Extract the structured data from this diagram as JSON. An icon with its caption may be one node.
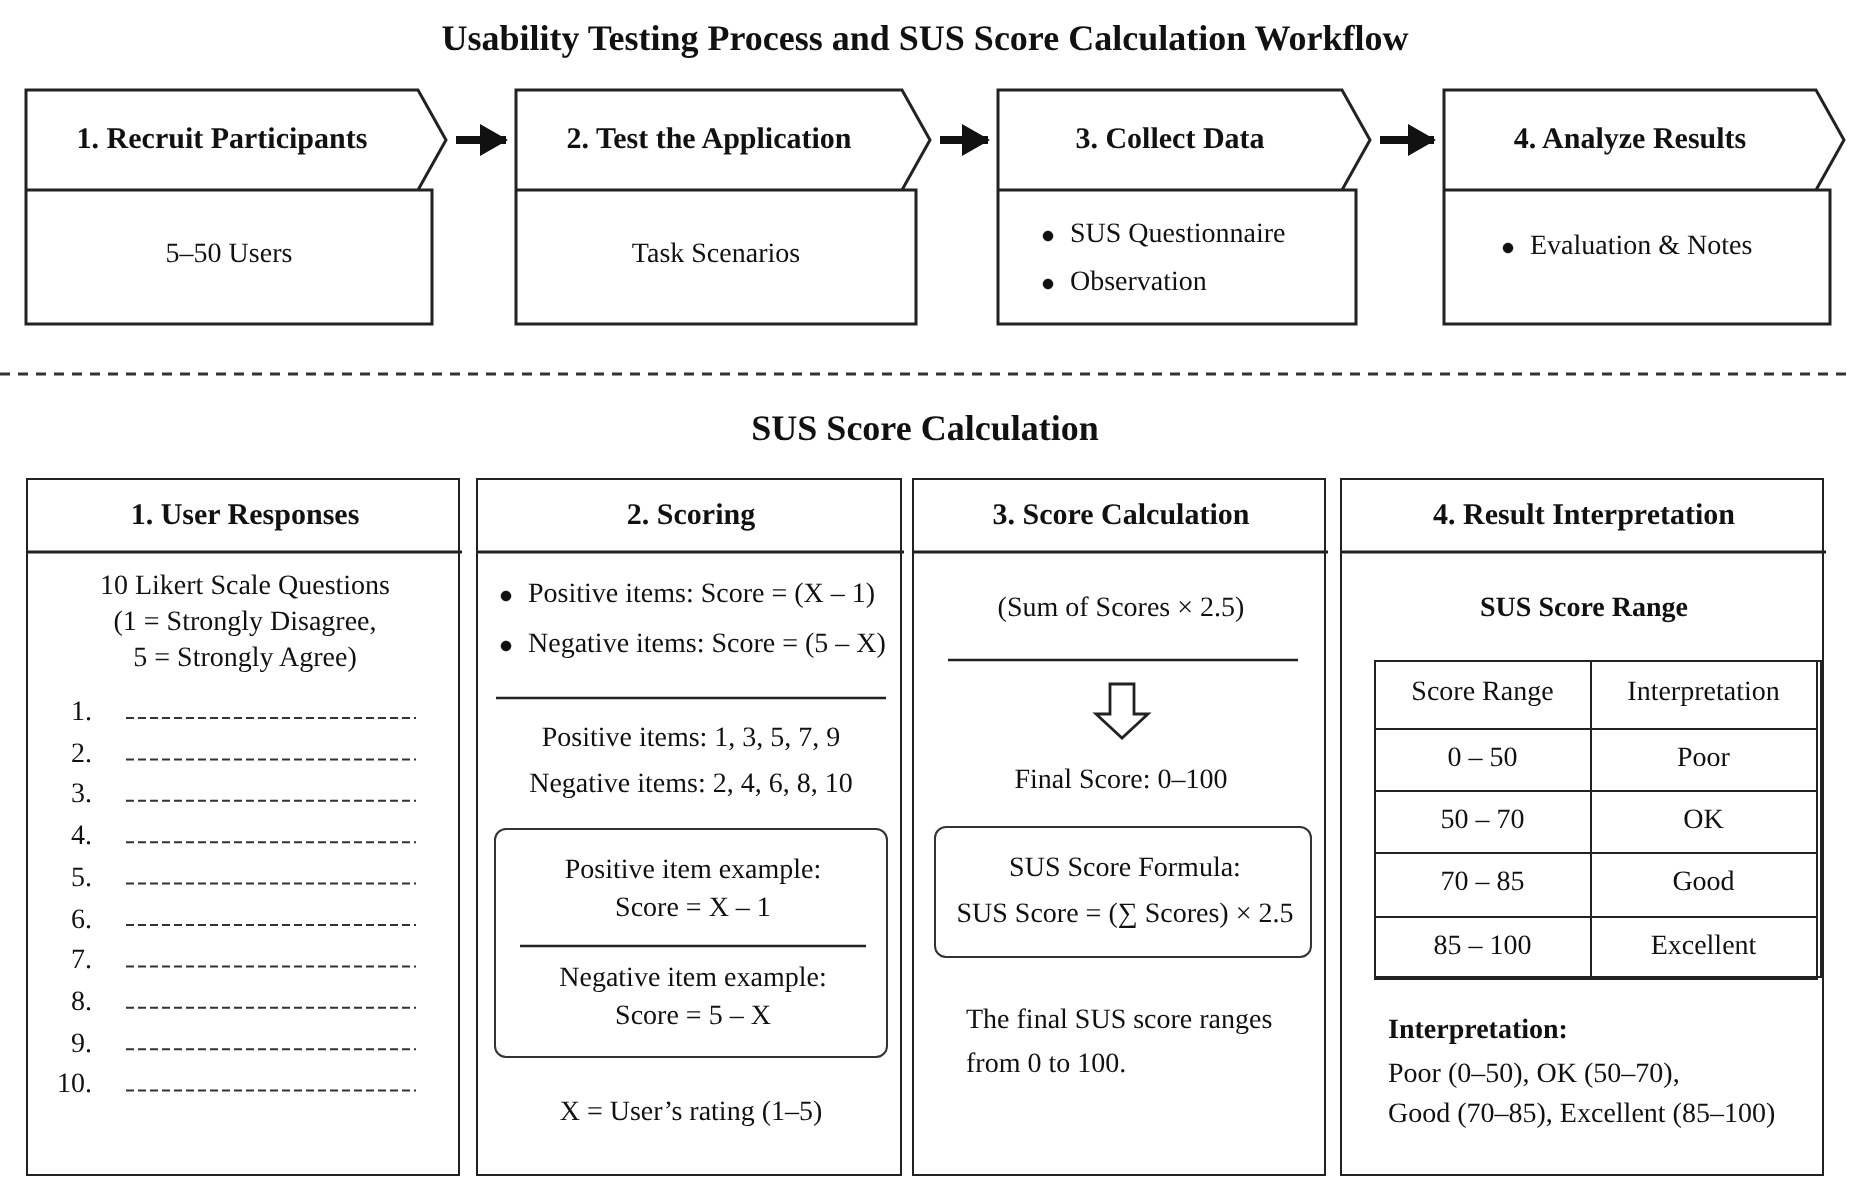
{
  "diagram": {
    "title": "Usability Testing Process and SUS Score Calculation Workflow",
    "nodes": [
      {
        "text": [
          "1. Recruit Participants",
          "5–50 Users"
        ]
      },
      {
        "text": [
          "2. Test the Application",
          "Task Scenarios"
        ]
      },
      {
        "text": [
          "3. Collect Data",
          "SUS Questionnaire",
          "Observation"
        ]
      },
      {
        "text": [
          "4. Analyze Results",
          "Evaluation & Notes"
        ]
      },
      {
        "text": [
          "1. User Responses",
          "10 Likert Scale Questions",
          "(1 = Strongly Disagree, 5 = Strongly Agree)",
          "1.",
          "2.",
          "3.",
          "4.",
          "5.",
          "6.",
          "7.",
          "8.",
          "9.",
          "10."
        ]
      },
      {
        "text": [
          "2. Scoring",
          "Positive items: Score = (X – 1)",
          "Negative items: Score = (5 – X)",
          "Positive items: 1, 3, 5, 7, 9",
          "Negative items: 2, 4, 6, 8, 10",
          "X = User’s rating (1–5)"
        ]
      },
      {
        "text": [
          "Positive item example:",
          "Score = X – 1",
          "Negative item example:",
          "Score = 5 – X"
        ],
        "in": 5
      },
      {
        "text": [
          "3. Score Calculation",
          "(Sum of Scores × 2.5)",
          "Final Score: 0–100",
          "The final SUS score ranges from 0 to 100."
        ]
      },
      {
        "text": [
          "SUS Score Formula:",
          "SUS Score = (∑ Scores) × 2.5"
        ],
        "in": 7
      },
      {
        "text": [
          "4. Result Interpretation",
          "SUS Score Range",
          "Interpretation:",
          "Poor (0–50), OK (50–70),",
          "Good (70–85), Excellent (85–100)"
        ]
      }
    ],
    "edges": [
      {
        "from": 0,
        "to": 1,
        "arrow": "to"
      },
      {
        "from": 1,
        "to": 2,
        "arrow": "to"
      },
      {
        "from": 2,
        "to": 3,
        "arrow": "to"
      }
    ],
    "labels": [
      "SUS Score Calculation",
      "Score Range",
      "Interpretation",
      "0 – 50",
      "Poor",
      "50 – 70",
      "OK",
      "70 – 85",
      "Good",
      "85 – 100",
      "Excellent"
    ]
  }
}
